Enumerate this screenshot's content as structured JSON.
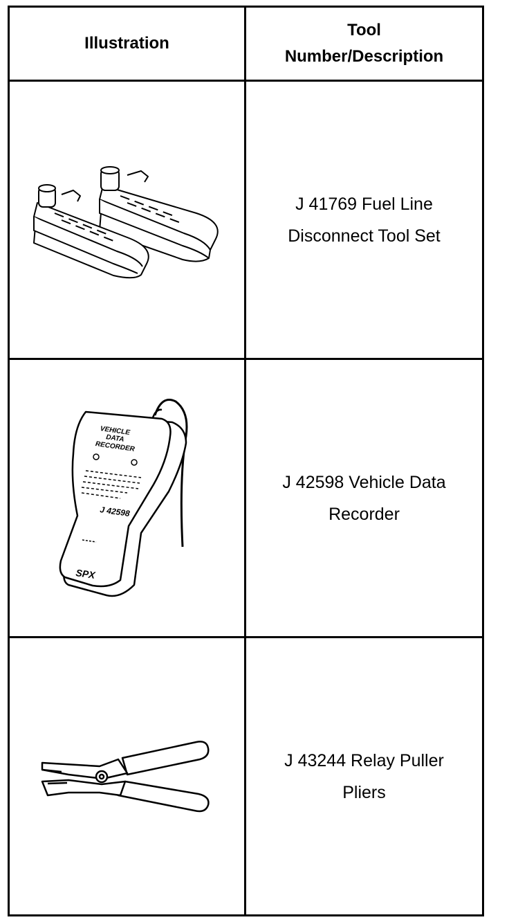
{
  "headers": {
    "illustration": "Illustration",
    "tool_line1": "Tool",
    "tool_line2": "Number/Description"
  },
  "rows": [
    {
      "line1": "J 41769 Fuel Line",
      "line2": "Disconnect Tool Set",
      "icon": "fuel-line-disconnect-tool-icon"
    },
    {
      "line1": "J 42598 Vehicle Data",
      "line2": "Recorder",
      "icon": "vehicle-data-recorder-icon",
      "device_text": {
        "title1": "VEHICLE",
        "title2": "DATA",
        "title3": "RECORDER",
        "model": "J 42598",
        "brand": "SPX"
      }
    },
    {
      "line1": "J 43244 Relay Puller",
      "line2": "Pliers",
      "icon": "relay-puller-pliers-icon"
    }
  ]
}
